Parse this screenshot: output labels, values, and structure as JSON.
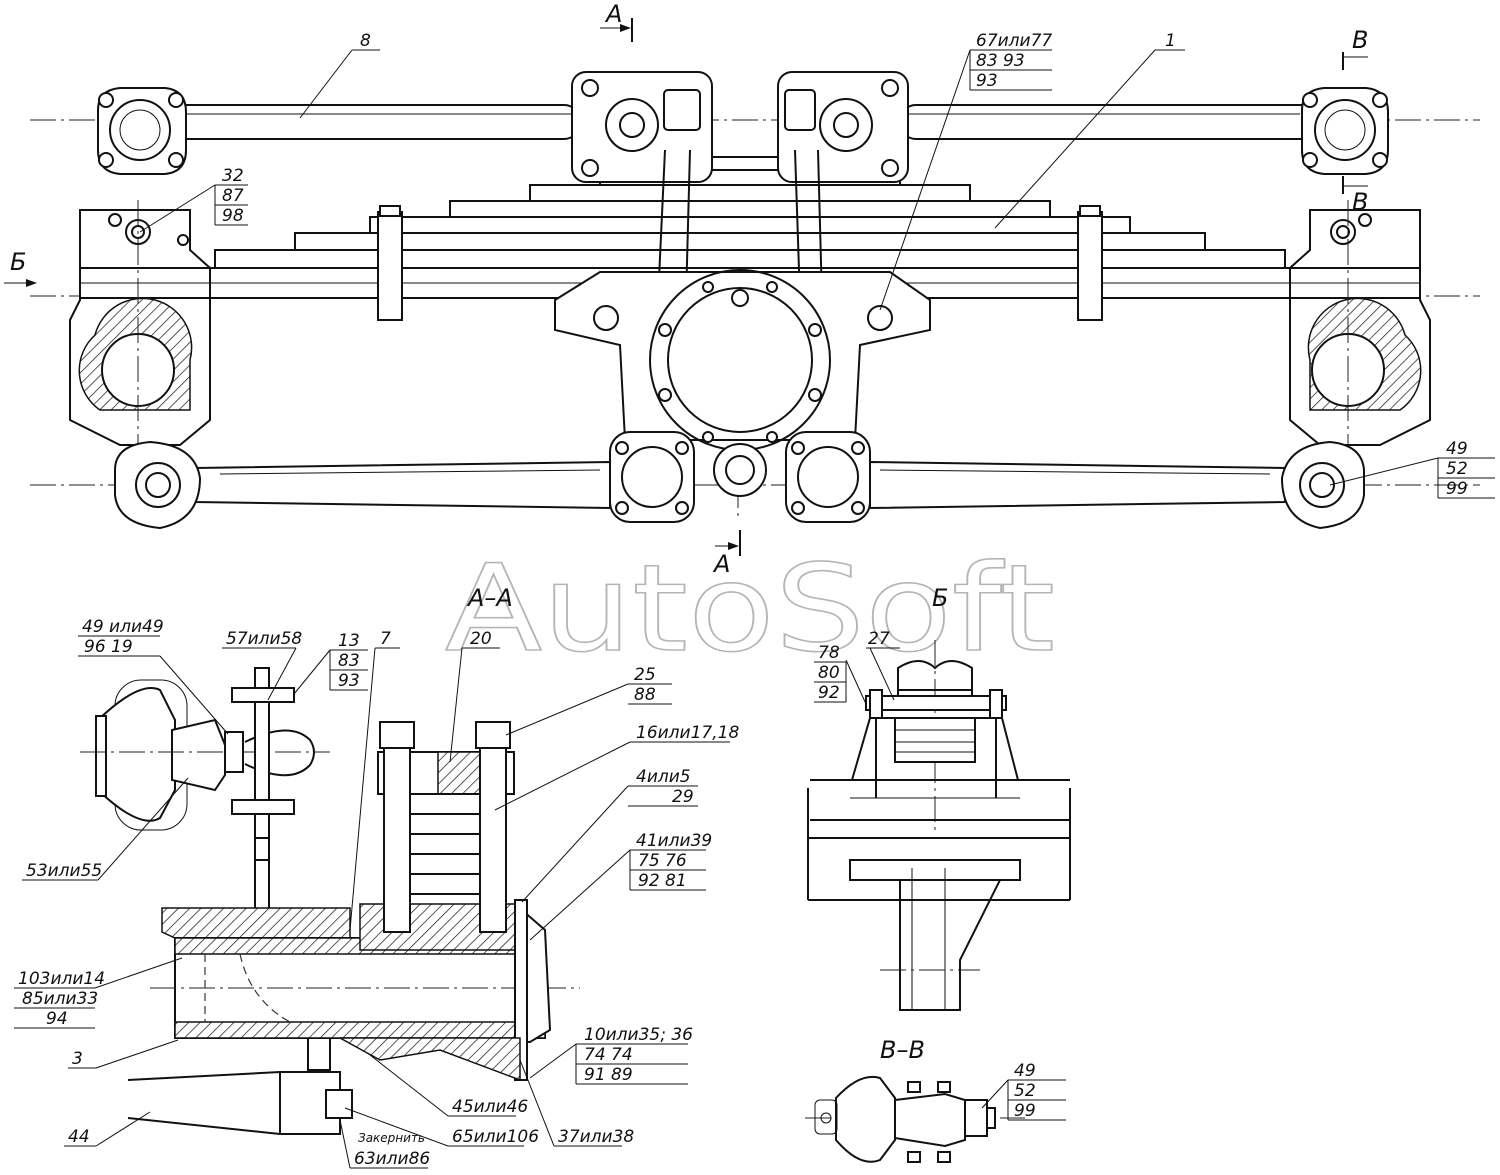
{
  "watermark": "AutoSoft",
  "sections": {
    "a_top": "А",
    "a_bottom": "А",
    "b_arrow": "Б",
    "v_top": "В",
    "v_bottom": "В",
    "aa_title": "А–А",
    "b_title": "Б",
    "vv_title": "В–В"
  },
  "callouts": {
    "c8": [
      "8"
    ],
    "c1": [
      "1"
    ],
    "c67": [
      "67или77",
      "83 93",
      "93"
    ],
    "c32": [
      "32",
      "87",
      "98"
    ],
    "c49r": [
      "49",
      "52",
      "99"
    ],
    "c49l": [
      "49 или49",
      "96 19"
    ],
    "c57": [
      "57или58"
    ],
    "c13": [
      "13",
      "83",
      "93"
    ],
    "c7": [
      "7"
    ],
    "c20": [
      "20"
    ],
    "c25": [
      "25",
      "88"
    ],
    "c16": [
      "16или17,18"
    ],
    "c4": [
      "4или5",
      "29"
    ],
    "c41": [
      "41или39",
      "75 76",
      "92 81"
    ],
    "c53": [
      "53или55"
    ],
    "c103": [
      "103или14",
      "85или33",
      "94"
    ],
    "c3": [
      "3"
    ],
    "c44": [
      "44"
    ],
    "c10": [
      "10или35; 36",
      "74 74",
      "91 89"
    ],
    "c45": [
      "45или46"
    ],
    "c65": [
      "65или106"
    ],
    "c37": [
      "37или38"
    ],
    "c63": [
      "63или86"
    ],
    "c27": [
      "27"
    ],
    "c78": [
      "78",
      "80",
      "92"
    ],
    "c49v": [
      "49",
      "52",
      "99"
    ],
    "note": "Закернить"
  }
}
